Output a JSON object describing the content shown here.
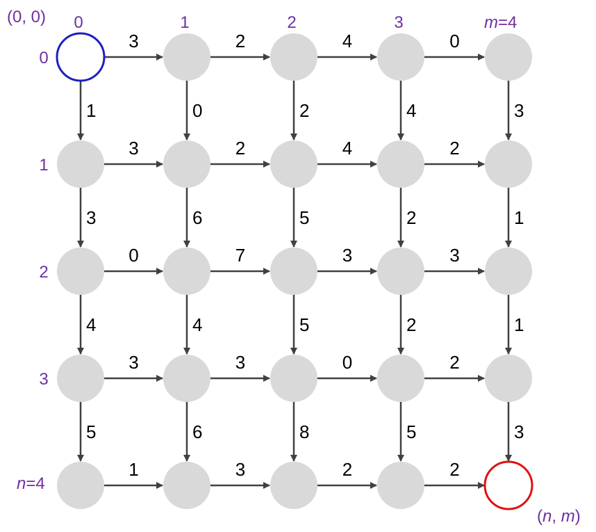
{
  "corner_labels": {
    "origin": "(0, 0)",
    "sink_prefix": "(",
    "sink_n": "n",
    "sink_sep": ", ",
    "sink_m": "m",
    "sink_suffix": ")"
  },
  "column_labels": [
    "0",
    "1",
    "2",
    "3"
  ],
  "column_last": {
    "var": "m",
    "eq": "=4"
  },
  "row_labels": [
    "0",
    "1",
    "2",
    "3"
  ],
  "row_last": {
    "var": "n",
    "eq": "=4"
  },
  "colors": {
    "node_fill": "#d9d9d9",
    "source_stroke": "#1f1fbf",
    "sink_stroke": "#e01010",
    "label_color": "#7030a0",
    "edge_color": "#404040"
  },
  "horizontal_weights": [
    [
      "3",
      "2",
      "4",
      "0"
    ],
    [
      "3",
      "2",
      "4",
      "2"
    ],
    [
      "0",
      "7",
      "3",
      "3"
    ],
    [
      "3",
      "3",
      "0",
      "2"
    ],
    [
      "1",
      "3",
      "2",
      "2"
    ]
  ],
  "vertical_weights": [
    [
      "1",
      "0",
      "2",
      "4",
      "3"
    ],
    [
      "3",
      "6",
      "5",
      "2",
      "1"
    ],
    [
      "4",
      "4",
      "5",
      "2",
      "1"
    ],
    [
      "5",
      "6",
      "8",
      "5",
      "3"
    ]
  ]
}
